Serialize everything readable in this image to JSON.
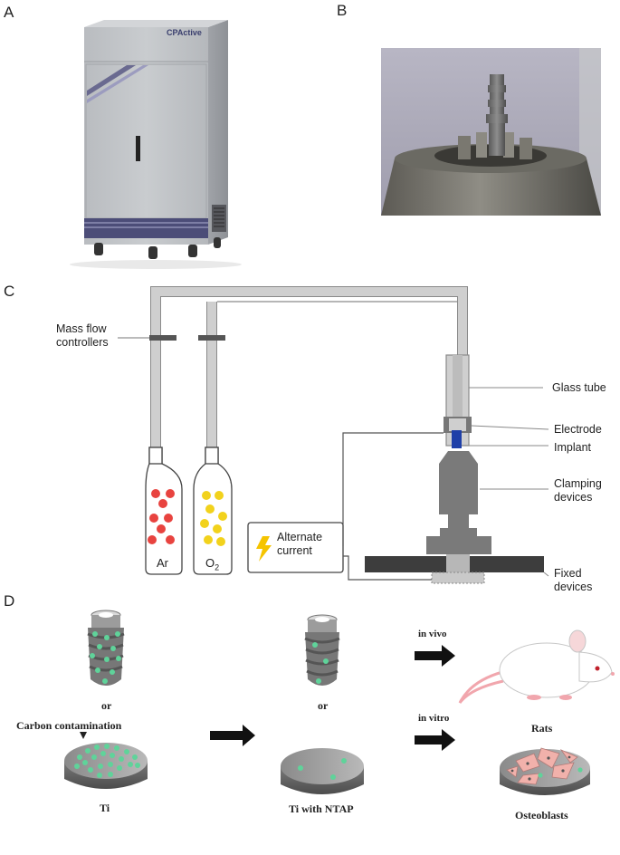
{
  "panels": {
    "a": {
      "letter": "A",
      "brand": "CPActive"
    },
    "b": {
      "letter": "B"
    },
    "c": {
      "letter": "C",
      "labels": {
        "mass_flow": "Mass flow controllers",
        "glass_tube": "Glass tube",
        "electrode": "Electrode",
        "implant": "Implant",
        "clamping": "Clamping devices",
        "fixed": "Fixed devices",
        "alternate": "Alternate current",
        "ar": "Ar",
        "o2": "O"
      },
      "o2_subscript": "2"
    },
    "d": {
      "letter": "D",
      "or_left": "or",
      "or_mid": "or",
      "carbon": "Carbon contamination",
      "ti": "Ti",
      "ti_ntap": "Ti with NTAP",
      "in_vivo": "in vivo",
      "in_vitro": "in vitro",
      "rats": "Rats",
      "osteoblasts": "Osteoblasts"
    }
  },
  "colors": {
    "pipe": "#c8c8c8",
    "dark": "#555555",
    "ar_dot": "#e8433f",
    "o2_dot": "#f2d21c",
    "implant_blue": "#1f3fa8",
    "contamination": "#5fd39a",
    "cell": "#f1b1ab",
    "bolt": "#f5c400"
  }
}
